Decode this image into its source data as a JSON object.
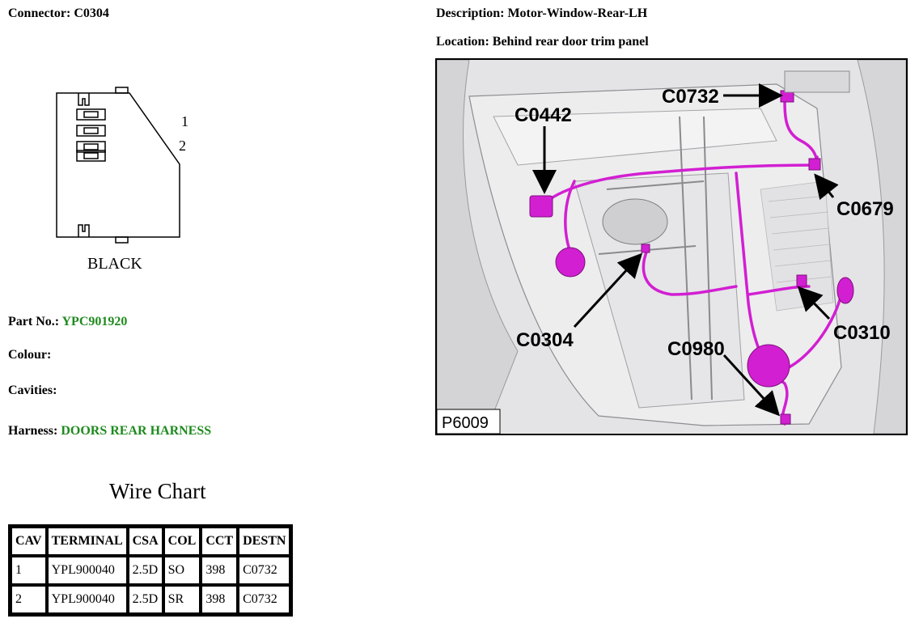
{
  "connector": {
    "label": "Connector:",
    "value": "C0304"
  },
  "description": {
    "label": "Description:",
    "value": "Motor-Window-Rear-LH"
  },
  "location": {
    "label": "Location:",
    "value": "Behind rear door trim panel"
  },
  "diagram": {
    "pin_labels": [
      "1",
      "2"
    ],
    "colour_text": "BLACK"
  },
  "part_no": {
    "label": "Part No.:",
    "value": "YPC901920"
  },
  "colour": {
    "label": "Colour:",
    "value": ""
  },
  "cavities": {
    "label": "Cavities:",
    "value": ""
  },
  "harness": {
    "label": "Harness:",
    "value": "DOORS REAR HARNESS"
  },
  "photo": {
    "callouts": [
      "C0732",
      "C0442",
      "C0679",
      "C0304",
      "C0310",
      "C0980"
    ],
    "ref": "P6009"
  },
  "wire_chart": {
    "title": "Wire Chart",
    "headers": [
      "CAV",
      "TERMINAL",
      "CSA",
      "COL",
      "CCT",
      "DESTN"
    ],
    "rows": [
      [
        "1",
        "YPL900040",
        "2.5D",
        "SO",
        "398",
        "C0732"
      ],
      [
        "2",
        "YPL900040",
        "2.5D",
        "SR",
        "398",
        "C0732"
      ]
    ]
  },
  "colors": {
    "link_green": "#1f8a1f",
    "harness_magenta": "#d21fd2"
  }
}
